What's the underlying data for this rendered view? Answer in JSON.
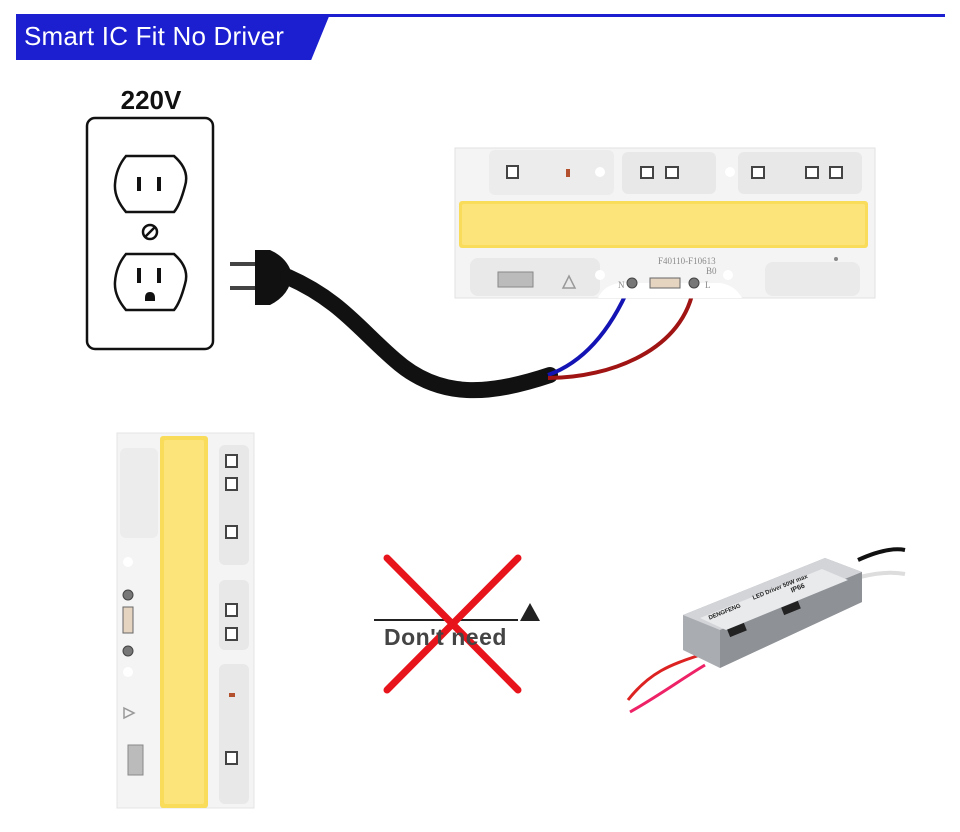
{
  "header": {
    "title": "Smart IC Fit No Driver",
    "accent": "#1b1fd0"
  },
  "outlet": {
    "voltage": "220V"
  },
  "led_module_top": {
    "part_code": "F40110-F10613",
    "code_suffix": "B0",
    "pin_neutral": "N",
    "pin_live": "L"
  },
  "comparison": {
    "no_driver_text": "Don't need",
    "cross_color": "#e8141c"
  },
  "wires": {
    "neutral_color": "#1414b4",
    "live_color": "#a01414",
    "cable_color": "#111111"
  },
  "driver_label": {
    "brand": "DENGFENG",
    "title": "LED Driver 50W max",
    "rating": "IP66"
  },
  "icons": [
    "outlet-icon",
    "plug-icon",
    "cross-icon",
    "led-driver-icon"
  ]
}
